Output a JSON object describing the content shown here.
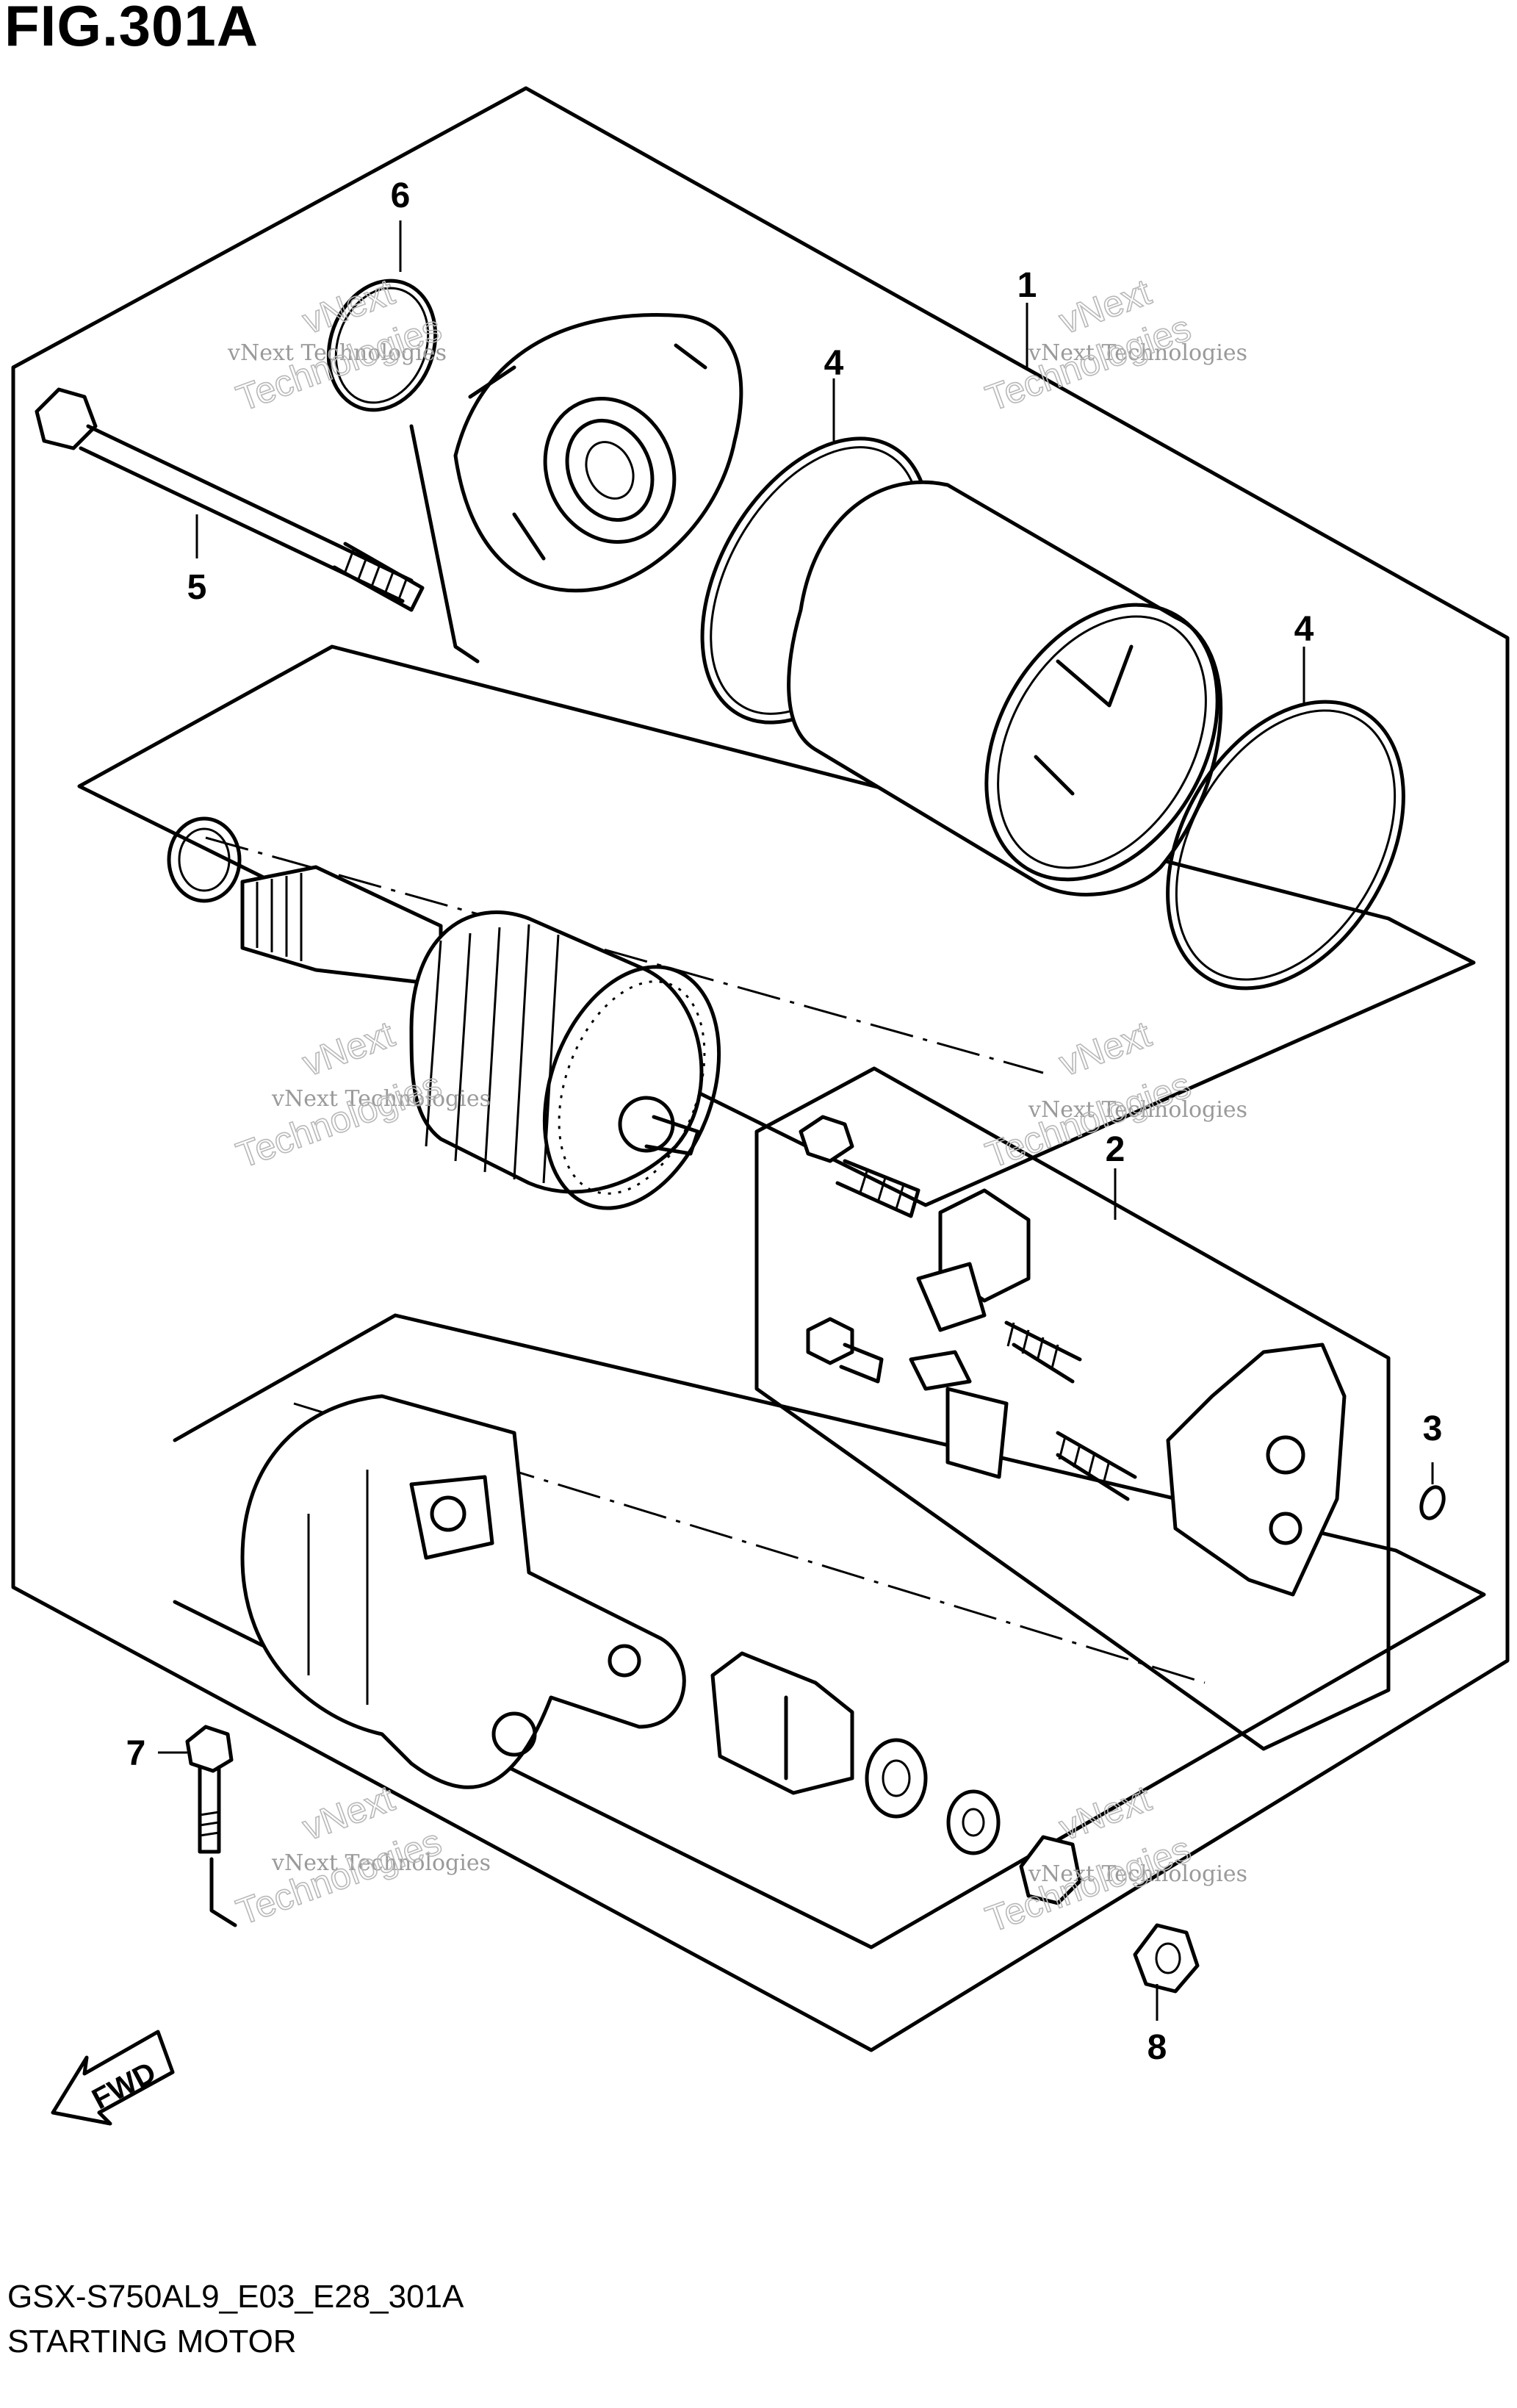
{
  "figure": {
    "title": "FIG.301A",
    "code": "GSX-S750AL9_E03_E28_301A",
    "name": "STARTING MOTOR"
  },
  "fwd_label": "FWD",
  "watermark": {
    "line1": "vNext",
    "line2": "vNext Technologies",
    "line3": "Technologies"
  },
  "callouts": [
    {
      "id": "1",
      "label": "1"
    },
    {
      "id": "2",
      "label": "2"
    },
    {
      "id": "3",
      "label": "3"
    },
    {
      "id": "4a",
      "label": "4"
    },
    {
      "id": "4b",
      "label": "4"
    },
    {
      "id": "5",
      "label": "5"
    },
    {
      "id": "6",
      "label": "6"
    },
    {
      "id": "7",
      "label": "7"
    },
    {
      "id": "8",
      "label": "8"
    }
  ]
}
